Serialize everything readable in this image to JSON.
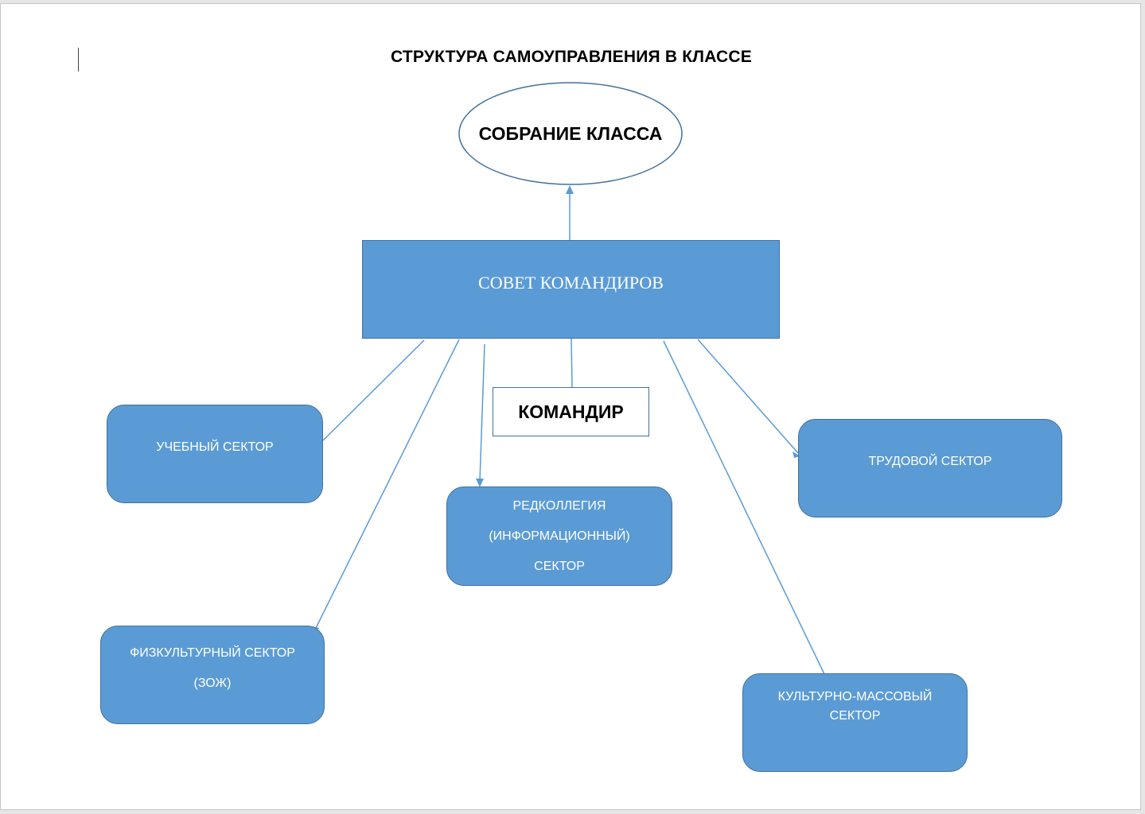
{
  "document": {
    "title": "СТРУКТУРА САМОУПРАВЛЕНИЯ В КЛАССЕ"
  },
  "diagram": {
    "assembly": "СОБРАНИЕ КЛАССА",
    "council": "СОВЕТ КОМАНДИРОВ",
    "commander": "КОМАНДИР",
    "sectors": {
      "study": {
        "line1": "УЧЕБНЫЙ СЕКТОР"
      },
      "editorial": {
        "line1": "РЕДКОЛЛЕГИЯ",
        "line2": "(ИНФОРМАЦИОННЫЙ)",
        "line3": "СЕКТОР"
      },
      "labor": {
        "line1": "ТРУДОВОЙ СЕКТОР"
      },
      "sports": {
        "line1": "ФИЗКУЛЬТУРНЫЙ СЕКТОР",
        "line2": "(ЗОЖ)"
      },
      "cultural": {
        "line1": "КУЛЬТУРНО-МАССОВЫЙ",
        "line2": "СЕКТОР"
      }
    }
  },
  "colors": {
    "shape_fill": "#5b9bd5",
    "shape_border": "#41719c",
    "connector": "#5b9bd5"
  }
}
